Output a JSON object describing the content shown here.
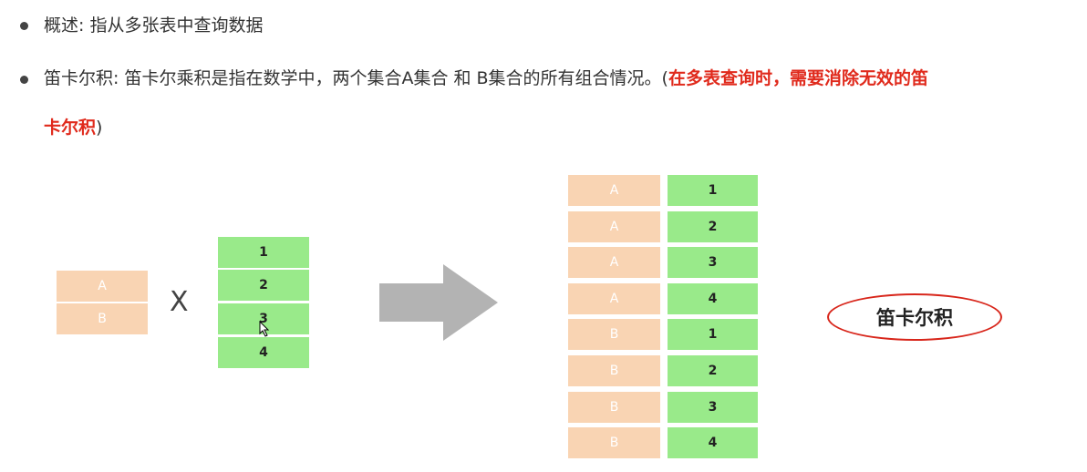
{
  "bullets": [
    {
      "text": "概述: 指从多张表中查询数据"
    },
    {
      "text_normal": "笛卡尔积: 笛卡尔乘积是指在数学中，两个集合A集合 和 B集合的所有组合情况。(",
      "text_red_1": "在多表查询时，需要消除无效的笛",
      "text_red_2": "卡尔积",
      "text_tail": ")"
    }
  ],
  "left_table": [
    "A",
    "B"
  ],
  "operator": "X",
  "right_table": [
    "1",
    "2",
    "3",
    "4"
  ],
  "result_rows": [
    {
      "a": "A",
      "n": "1"
    },
    {
      "a": "A",
      "n": "2"
    },
    {
      "a": "A",
      "n": "3"
    },
    {
      "a": "A",
      "n": "4"
    },
    {
      "a": "B",
      "n": "1"
    },
    {
      "a": "B",
      "n": "2"
    },
    {
      "a": "B",
      "n": "3"
    },
    {
      "a": "B",
      "n": "4"
    }
  ],
  "label": "笛卡尔积",
  "colors": {
    "peach": "#f9d4b3",
    "green": "#99ea8a",
    "arrow": "#b3b3b3",
    "red": "#e02a1c"
  }
}
